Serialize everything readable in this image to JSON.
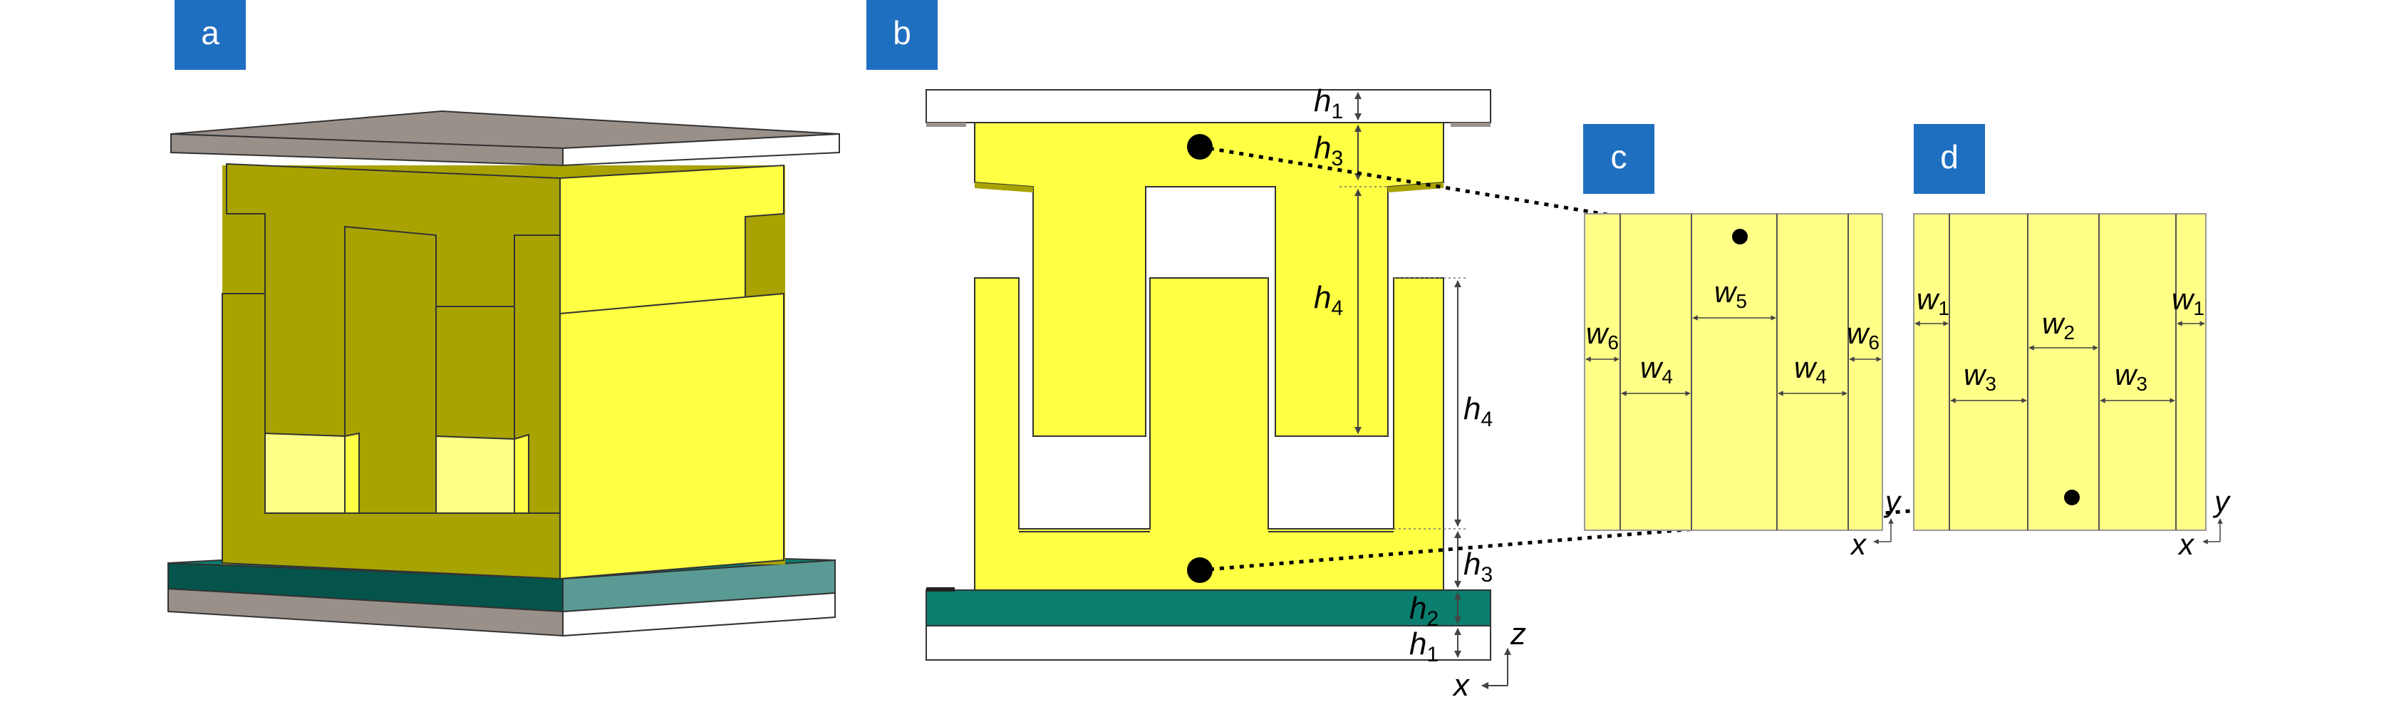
{
  "panels": {
    "a": {
      "label": "a"
    },
    "b": {
      "label": "b"
    },
    "c": {
      "label": "c"
    },
    "d": {
      "label": "d"
    }
  },
  "colors": {
    "badge": "#1f6fc1",
    "yellow": "#ffff44",
    "yellow_dark": "#a8a300",
    "yellow_light": "#ffff88",
    "gray_top": "#9a908a",
    "teal": "#0a7f70",
    "teal_dark": "#04544b"
  },
  "dims_b": {
    "h1_top": {
      "var": "h",
      "sub": "1"
    },
    "h3_top": {
      "var": "h",
      "sub": "3"
    },
    "h4_mid": {
      "var": "h",
      "sub": "4"
    },
    "h4_right": {
      "var": "h",
      "sub": "4"
    },
    "h3_bot": {
      "var": "h",
      "sub": "3"
    },
    "h2": {
      "var": "h",
      "sub": "2"
    },
    "h1_bot": {
      "var": "h",
      "sub": "1"
    }
  },
  "dims_c": {
    "w5": {
      "var": "w",
      "sub": "5"
    },
    "w6_left": {
      "var": "w",
      "sub": "6"
    },
    "w6_right": {
      "var": "w",
      "sub": "6"
    },
    "w4_left": {
      "var": "w",
      "sub": "4"
    },
    "w4_right": {
      "var": "w",
      "sub": "4"
    }
  },
  "dims_d": {
    "w1_left": {
      "var": "w",
      "sub": "1"
    },
    "w1_right": {
      "var": "w",
      "sub": "1"
    },
    "w2": {
      "var": "w",
      "sub": "2"
    },
    "w3_left": {
      "var": "w",
      "sub": "3"
    },
    "w3_right": {
      "var": "w",
      "sub": "3"
    }
  },
  "axes": {
    "b": {
      "z": "z",
      "x": "x"
    },
    "c": {
      "y": "y",
      "x": "x"
    },
    "d": {
      "y": "y",
      "x": "x"
    }
  }
}
